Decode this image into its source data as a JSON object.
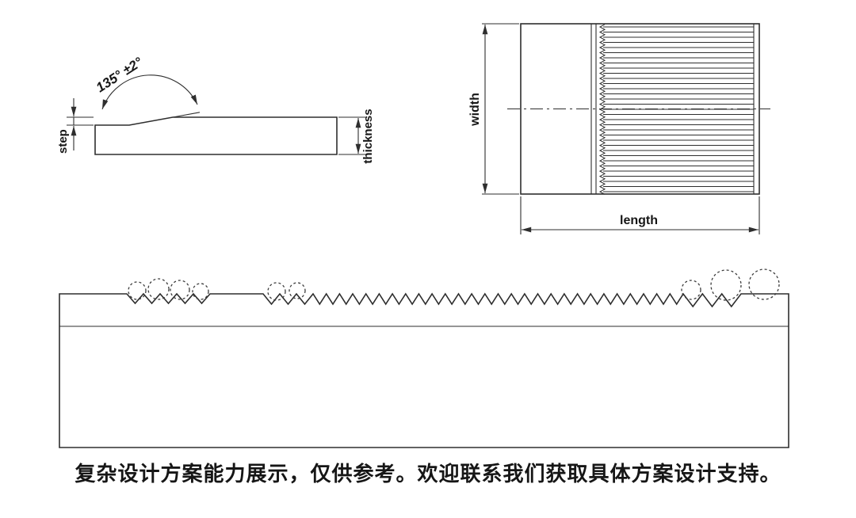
{
  "colors": {
    "line": "#2e2e2e",
    "text": "#161616"
  },
  "side_view": {
    "angle_label": "135° ±2°",
    "step_label": "step",
    "thickness_label": "thickness"
  },
  "top_view": {
    "width_label": "width",
    "length_label": "length"
  },
  "footer": {
    "caption": "复杂设计方案能力展示，仅供参考。欢迎联系我们获取具体方案设计支持。"
  }
}
